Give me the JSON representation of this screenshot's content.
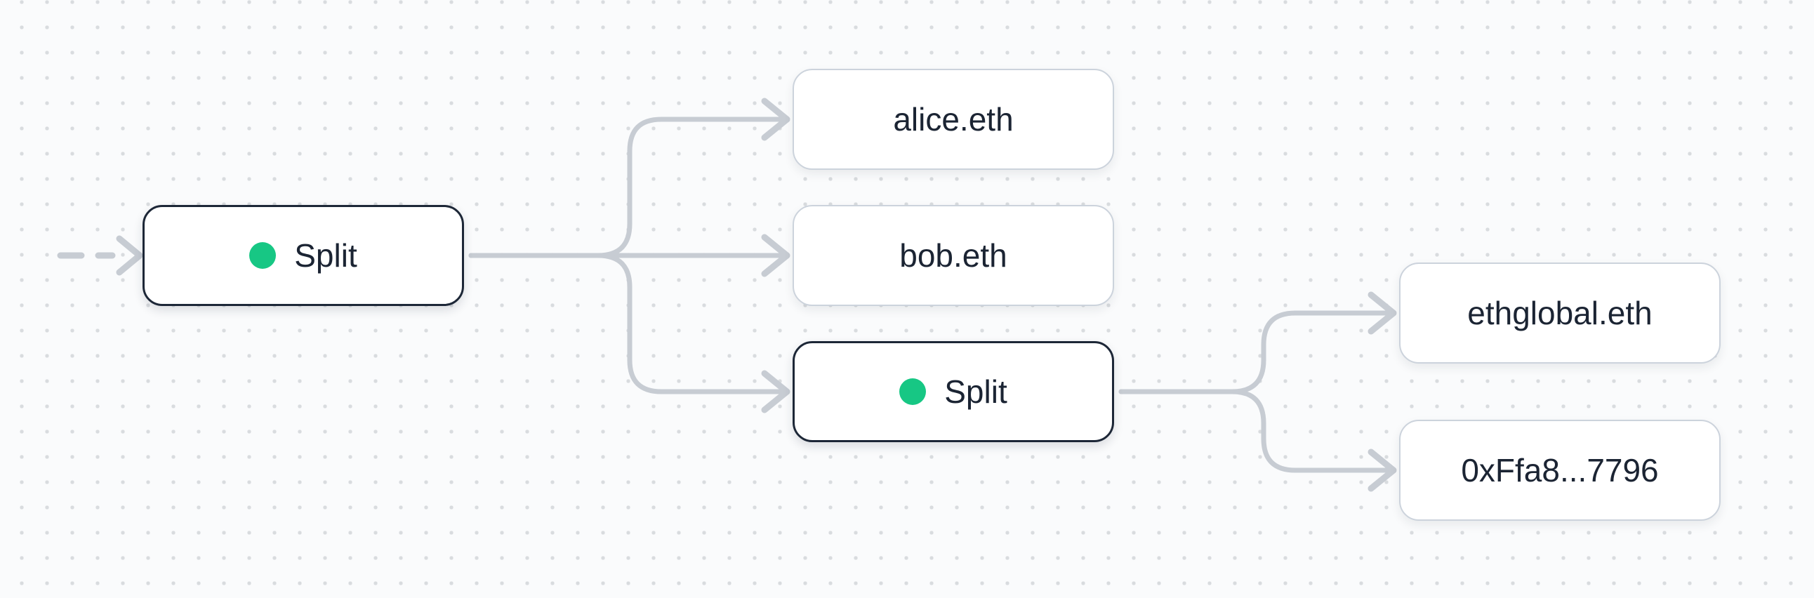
{
  "canvas": {
    "kind": "split-flow-canvas",
    "background_color": "#fafbfc",
    "dot_grid_color": "#d9dcdf",
    "edge_color": "#c7ccd3",
    "split_node_border_color": "#1d2737",
    "recipient_node_border_color": "#ccd3dc",
    "label_color": "#1b2433",
    "status_dot_color": "#17c784"
  },
  "nodes": [
    {
      "id": "split-1",
      "kind": "split",
      "label": "Split",
      "has_status_dot": true
    },
    {
      "id": "recipient-alice",
      "kind": "recipient",
      "label": "alice.eth",
      "has_status_dot": false
    },
    {
      "id": "recipient-bob",
      "kind": "recipient",
      "label": "bob.eth",
      "has_status_dot": false
    },
    {
      "id": "split-2",
      "kind": "split",
      "label": "Split",
      "has_status_dot": true
    },
    {
      "id": "recipient-ethglobal",
      "kind": "recipient",
      "label": "ethglobal.eth",
      "has_status_dot": false
    },
    {
      "id": "recipient-0xffa8",
      "kind": "recipient",
      "label": "0xFfa8...7796",
      "has_status_dot": false
    }
  ],
  "edges": [
    {
      "from": "inflow",
      "to": "split-1",
      "style": "dashed-arrow"
    },
    {
      "from": "split-1",
      "to": "recipient-alice",
      "style": "solid-arrow"
    },
    {
      "from": "split-1",
      "to": "recipient-bob",
      "style": "solid-arrow"
    },
    {
      "from": "split-1",
      "to": "split-2",
      "style": "solid-arrow"
    },
    {
      "from": "split-2",
      "to": "recipient-ethglobal",
      "style": "solid-arrow"
    },
    {
      "from": "split-2",
      "to": "recipient-0xffa8",
      "style": "solid-arrow"
    }
  ]
}
